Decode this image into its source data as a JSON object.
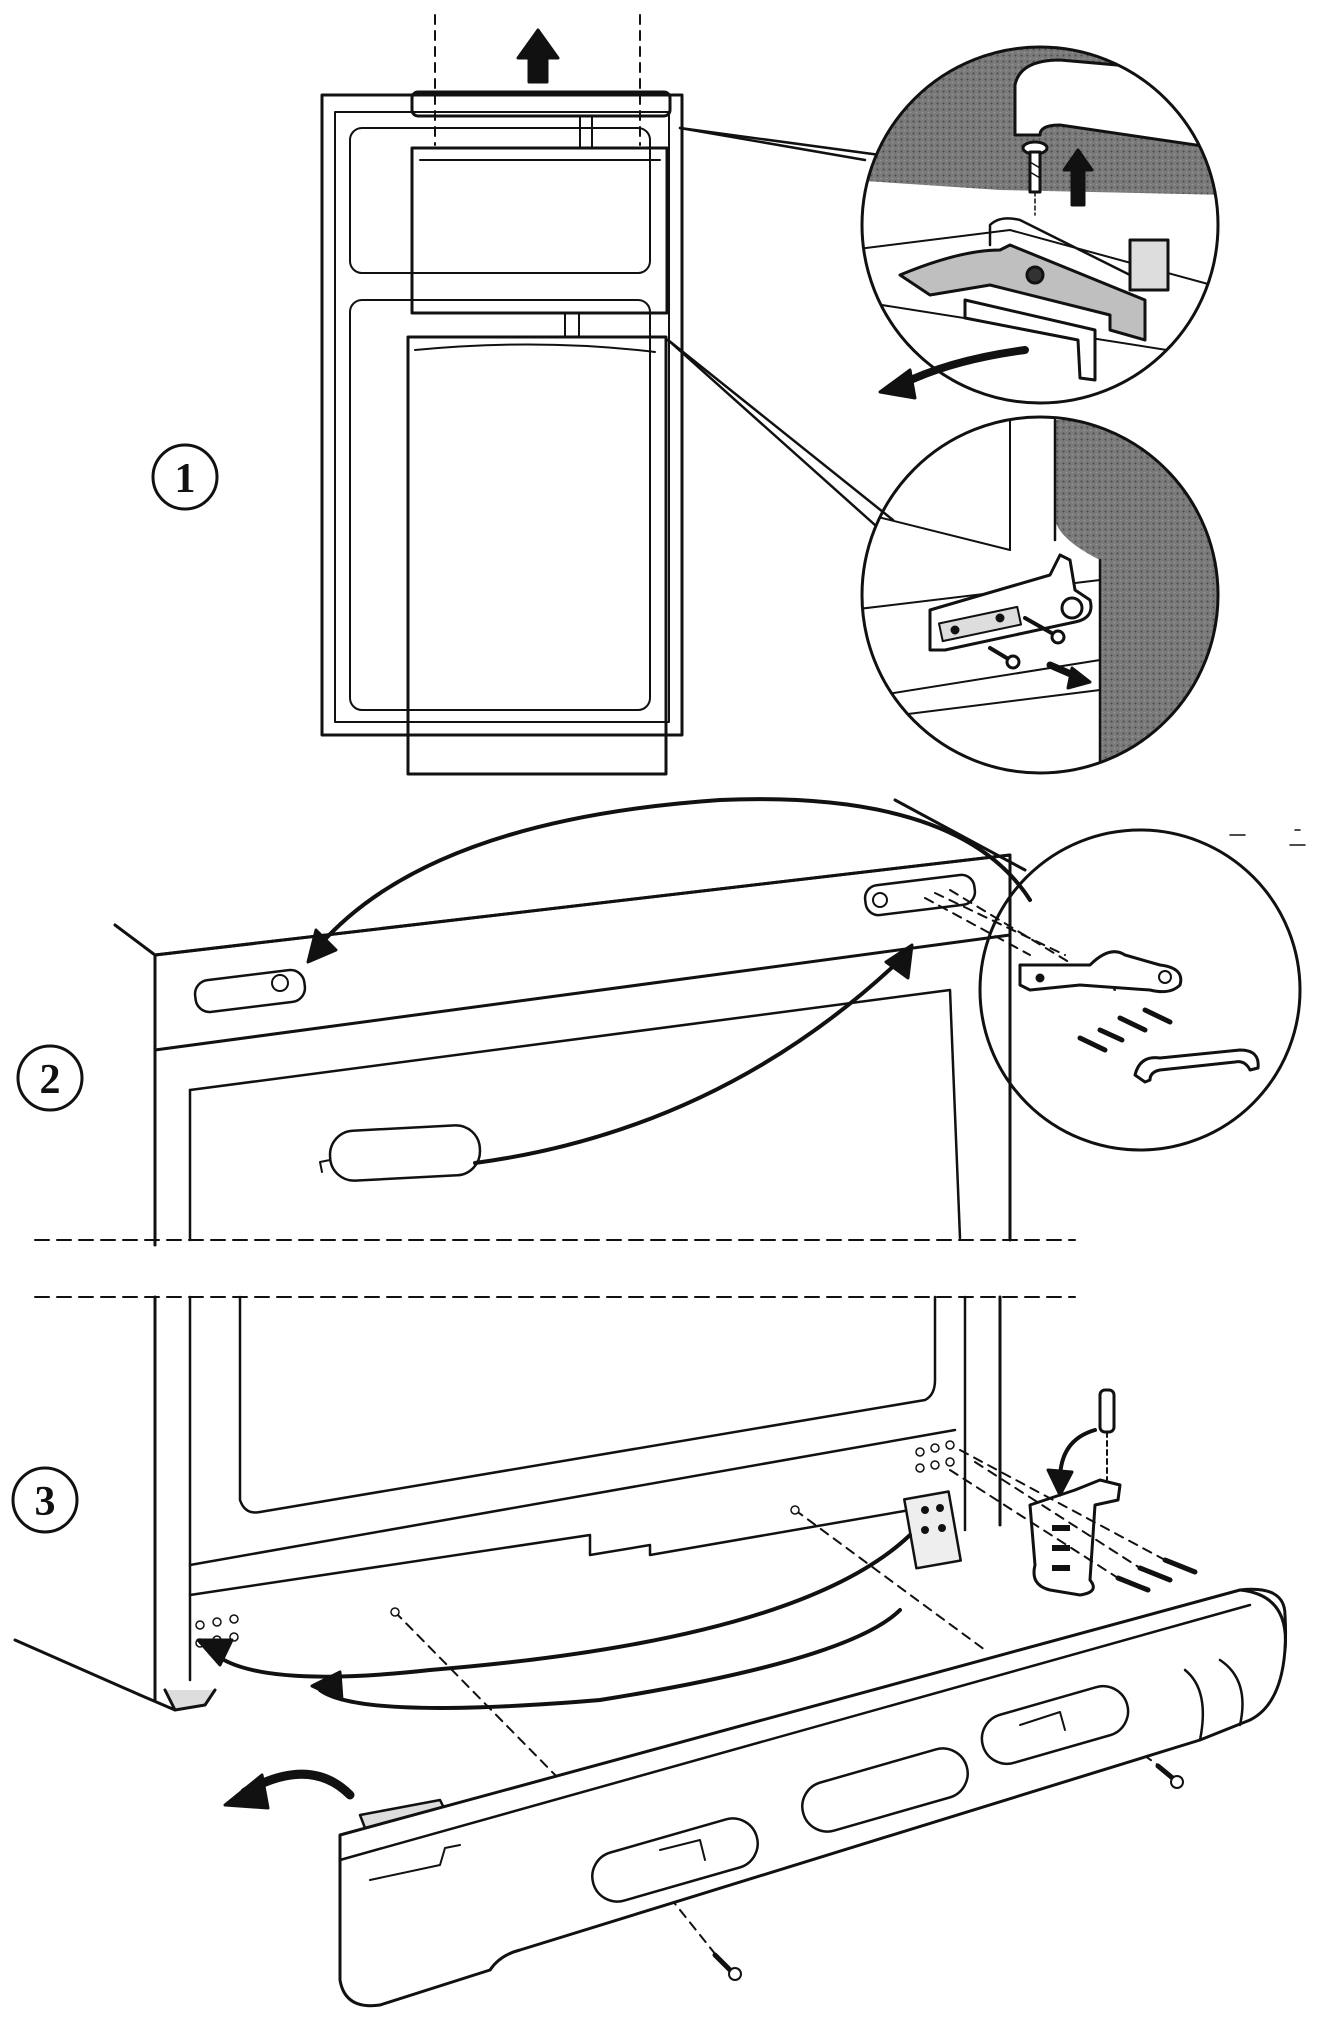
{
  "steps": [
    {
      "label": "1"
    },
    {
      "label": "2"
    },
    {
      "label": "3"
    }
  ],
  "colors": {
    "ink": "#111111",
    "shade": "#8c8c8c",
    "paper": "#ffffff"
  },
  "icons": [
    "arrow-up-icon",
    "curved-arrow-icon",
    "screw-icon",
    "hinge-icon",
    "dashed-guide-line-icon"
  ]
}
